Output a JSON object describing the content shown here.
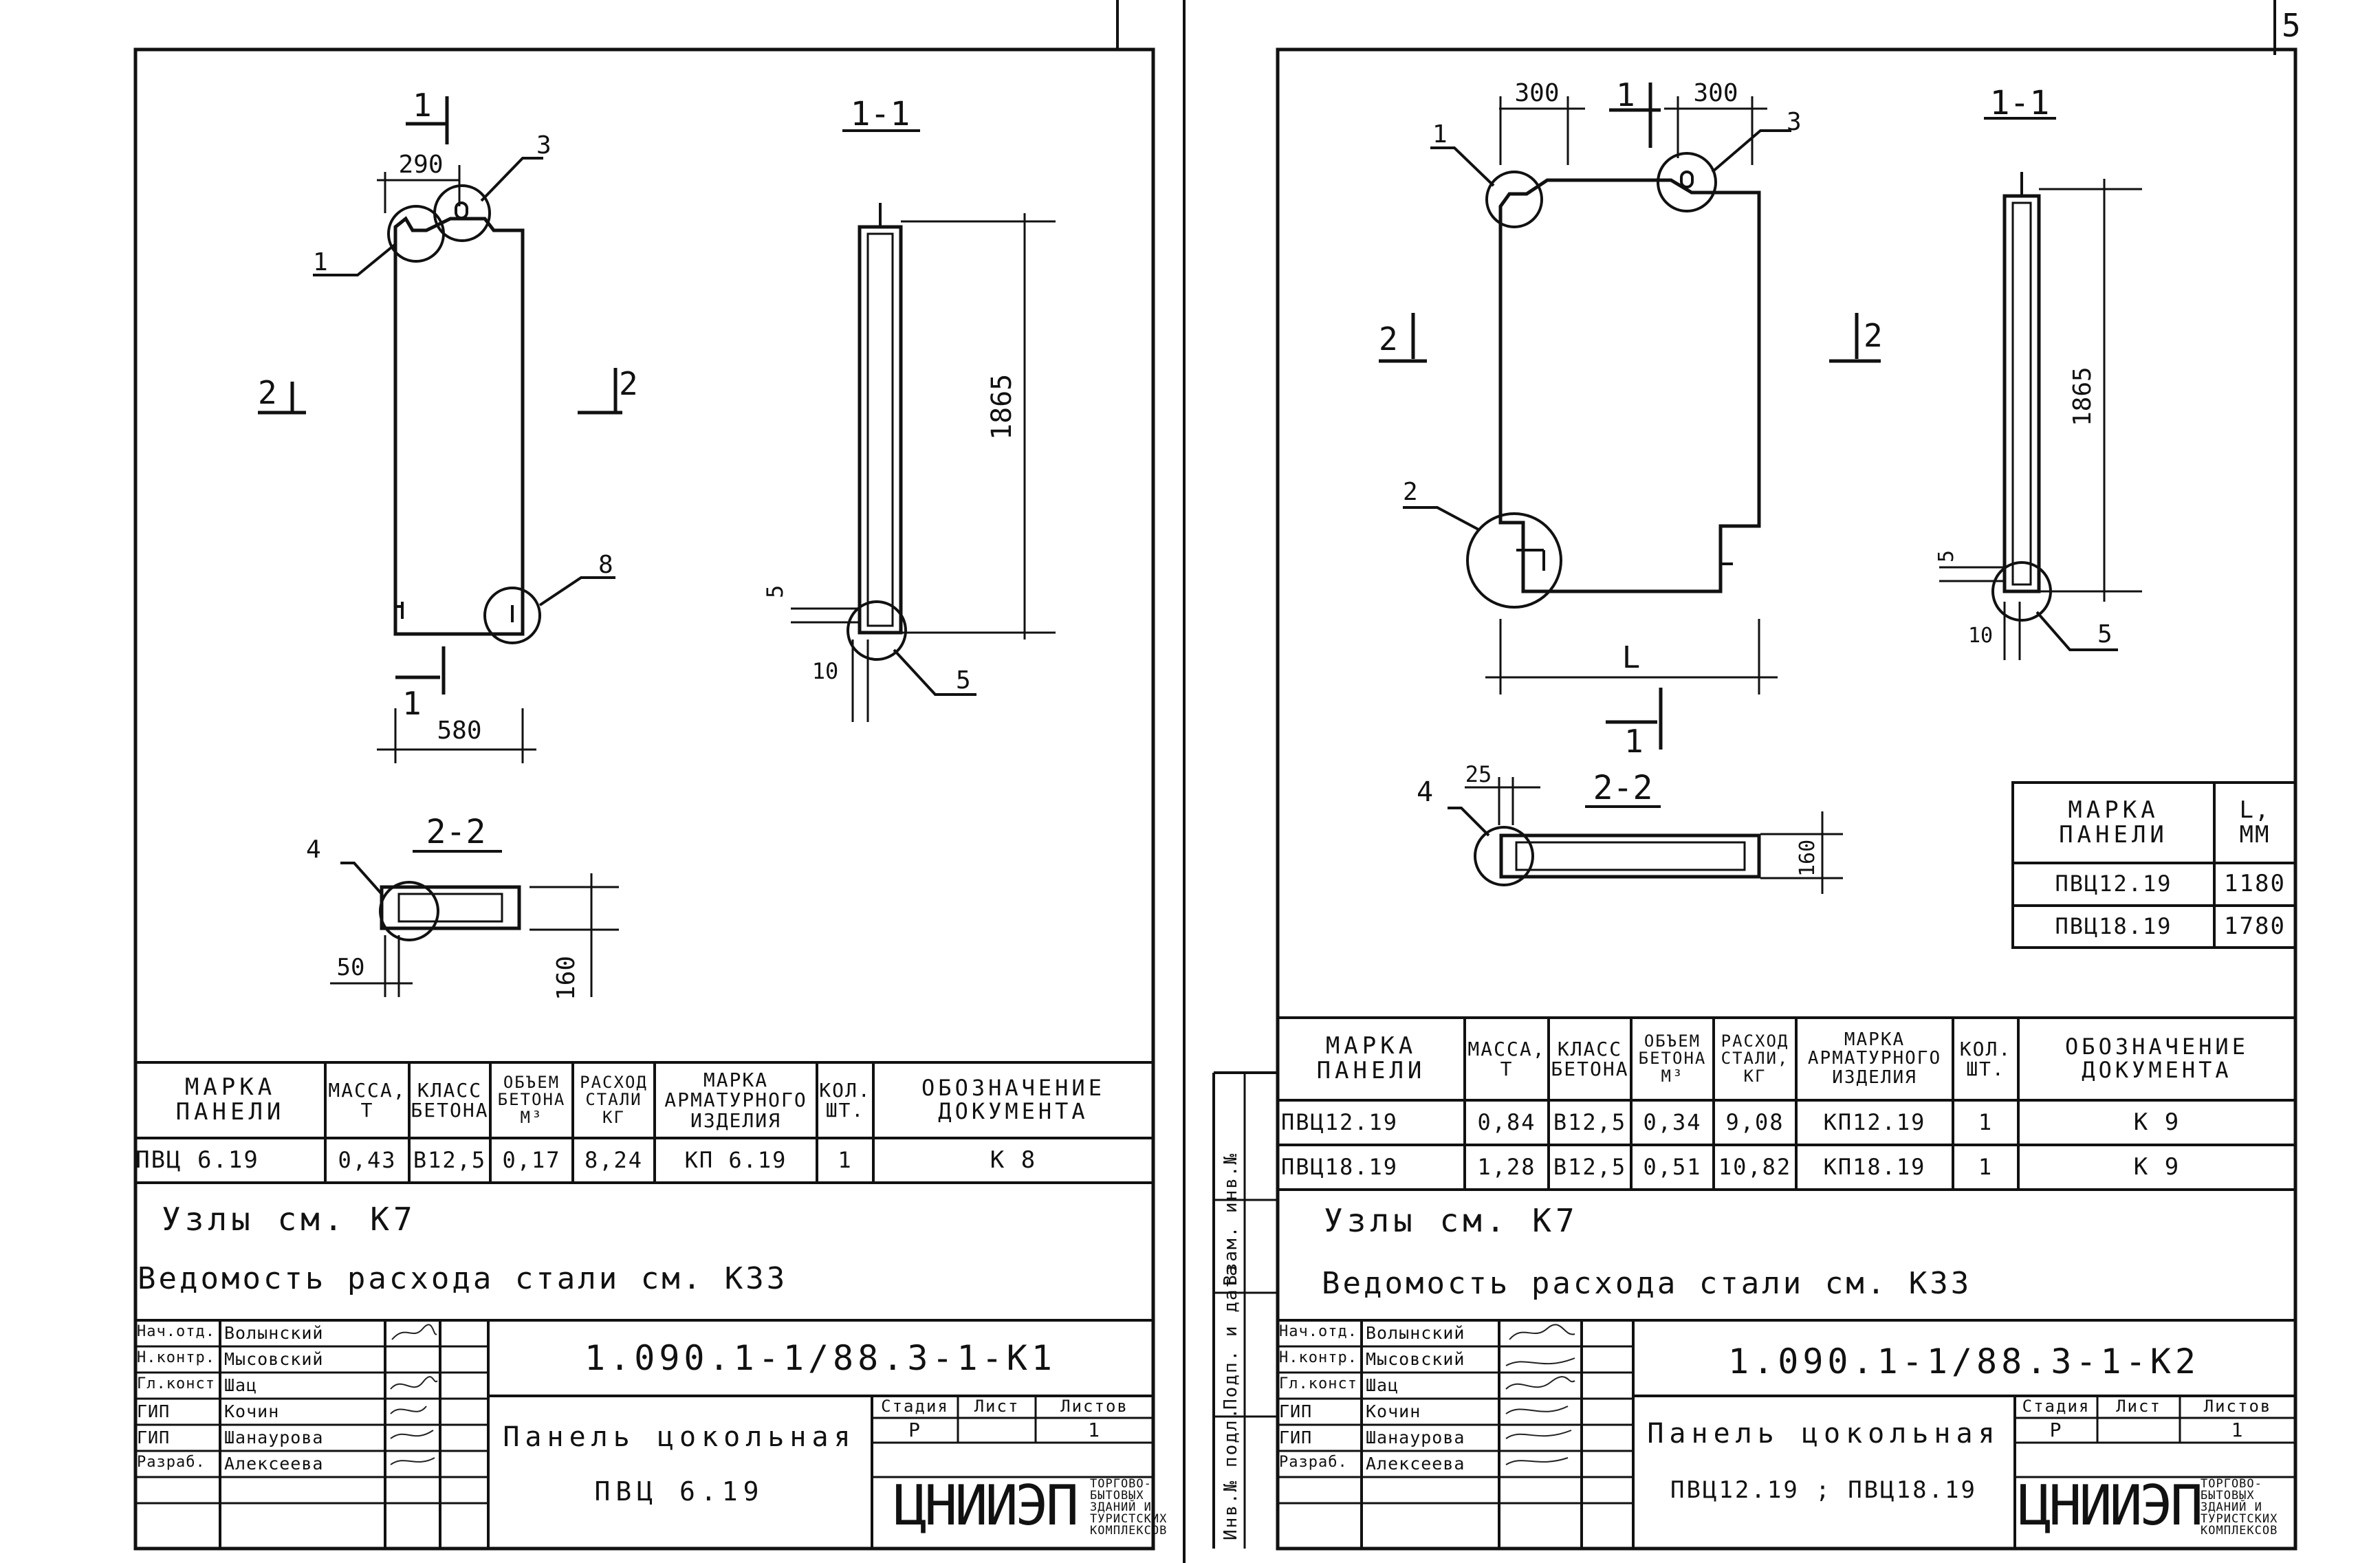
{
  "top_marks": {
    "page_number": "5"
  },
  "left_sheet": {
    "drawing": {
      "section_1_1": "1-1",
      "section_2_2": "2-2",
      "callouts": [
        "1",
        "3",
        "8",
        "5",
        "4"
      ],
      "cut_labels": [
        "1",
        "2",
        "2",
        "1"
      ],
      "dims": {
        "top_width": "290",
        "bottom_width": "580",
        "height": "1865",
        "d5": "5",
        "d10": "10",
        "d50": "50",
        "d160": "160"
      }
    },
    "table": {
      "headers": [
        "МАРКА\nПАНЕЛИ",
        "МАССА,\nТ",
        "КЛАСС\nБЕТОНА",
        "ОБЪЕМ\nБЕТОНА\nМ³",
        "РАСХОД\nСТАЛИ\nКГ",
        "МАРКА\nАРМАТУРНОГО\nИЗДЕЛИЯ",
        "КОЛ.\nШТ.",
        "ОБОЗНАЧЕНИЕ\nДОКУМЕНТА"
      ],
      "rows": [
        [
          "ПВЦ 6.19",
          "0,43",
          "В12,5",
          "0,17",
          "8,24",
          "КП 6.19",
          "1",
          "К 8"
        ]
      ]
    },
    "notes": [
      "Узлы  см.  К7",
      "Ведомость  расхода  стали  см. К33"
    ],
    "title_block": {
      "code": "1.090.1-1/88.3-1-К1",
      "staff": [
        [
          "Нач.отд.",
          "Волынский"
        ],
        [
          "Н.контр.",
          "Мысовский"
        ],
        [
          "Гл.конст.",
          "Шац"
        ],
        [
          "ГИП",
          "Кочин"
        ],
        [
          "ГИП",
          "Шанаурова"
        ],
        [
          "Разраб.",
          "Алексеева"
        ]
      ],
      "name_line1": "Панель цокольная",
      "name_line2": "ПВЦ 6.19",
      "stage_headers": [
        "Стадия",
        "Лист",
        "Листов"
      ],
      "stage_values": [
        "Р",
        "",
        "1"
      ],
      "logo": "ЦНИИЭП",
      "logo_sub": "ТОРГОВО-\nБЫТОВЫХ\nЗДАНИЙ И\nТУРИСТСКИХ\nКОМПЛЕКСОВ"
    }
  },
  "right_sheet": {
    "drawing": {
      "section_1_1": "1-1",
      "section_2_2": "2-2",
      "callouts": [
        "1",
        "3",
        "2",
        "5",
        "4"
      ],
      "cut_labels": [
        "1",
        "2",
        "2",
        "1"
      ],
      "dims": {
        "top_left": "300",
        "top_right": "300",
        "length": "L",
        "height": "1865",
        "d5": "5",
        "d10": "10",
        "d25": "25",
        "d160": "160"
      }
    },
    "length_table": {
      "headers": [
        "МАРКА\nПАНЕЛИ",
        "L,\nММ"
      ],
      "rows": [
        [
          "ПВЦ12.19",
          "1180"
        ],
        [
          "ПВЦ18.19",
          "1780"
        ]
      ]
    },
    "table": {
      "headers": [
        "МАРКА\nПАНЕЛИ",
        "МАССА,\nТ",
        "КЛАСС\nБЕТОНА",
        "ОБЪЕМ\nБЕТОНА\nМ³",
        "РАСХОД\nСТАЛИ,\nКГ",
        "МАРКА\nАРМАТУРНОГО\nИЗДЕЛИЯ",
        "КОЛ.\nШТ.",
        "ОБОЗНАЧЕНИЕ\nДОКУМЕНТА"
      ],
      "rows": [
        [
          "ПВЦ12.19",
          "0,84",
          "В12,5",
          "0,34",
          "9,08",
          "КП12.19",
          "1",
          "К 9"
        ],
        [
          "ПВЦ18.19",
          "1,28",
          "В12,5",
          "0,51",
          "10,82",
          "КП18.19",
          "1",
          "К 9"
        ]
      ]
    },
    "notes": [
      "Узлы  см.  К7",
      "Ведомость  расхода  стали  см. К33"
    ],
    "title_block": {
      "code": "1.090.1-1/88.3-1-К2",
      "staff": [
        [
          "Нач.отд.",
          "Волынский"
        ],
        [
          "Н.контр.",
          "Мысовский"
        ],
        [
          "Гл.конст.",
          "Шац"
        ],
        [
          "ГИП",
          "Кочин"
        ],
        [
          "ГИП",
          "Шанаурова"
        ],
        [
          "Разраб.",
          "Алексеева"
        ]
      ],
      "name_line1": "Панель цокольная",
      "name_line2": "ПВЦ12.19 ;   ПВЦ18.19",
      "stage_headers": [
        "Стадия",
        "Лист",
        "Листов"
      ],
      "stage_values": [
        "Р",
        "",
        "1"
      ],
      "logo": "ЦНИИЭП",
      "logo_sub": "ТОРГОВО-\nБЫТОВЫХ\nЗДАНИЙ И\nТУРИСТСКИХ\nКОМПЛЕКСОВ"
    },
    "side_stamp": [
      "Инв.№ подл.",
      "Подп. и дата",
      "Взам. инв.№"
    ]
  }
}
